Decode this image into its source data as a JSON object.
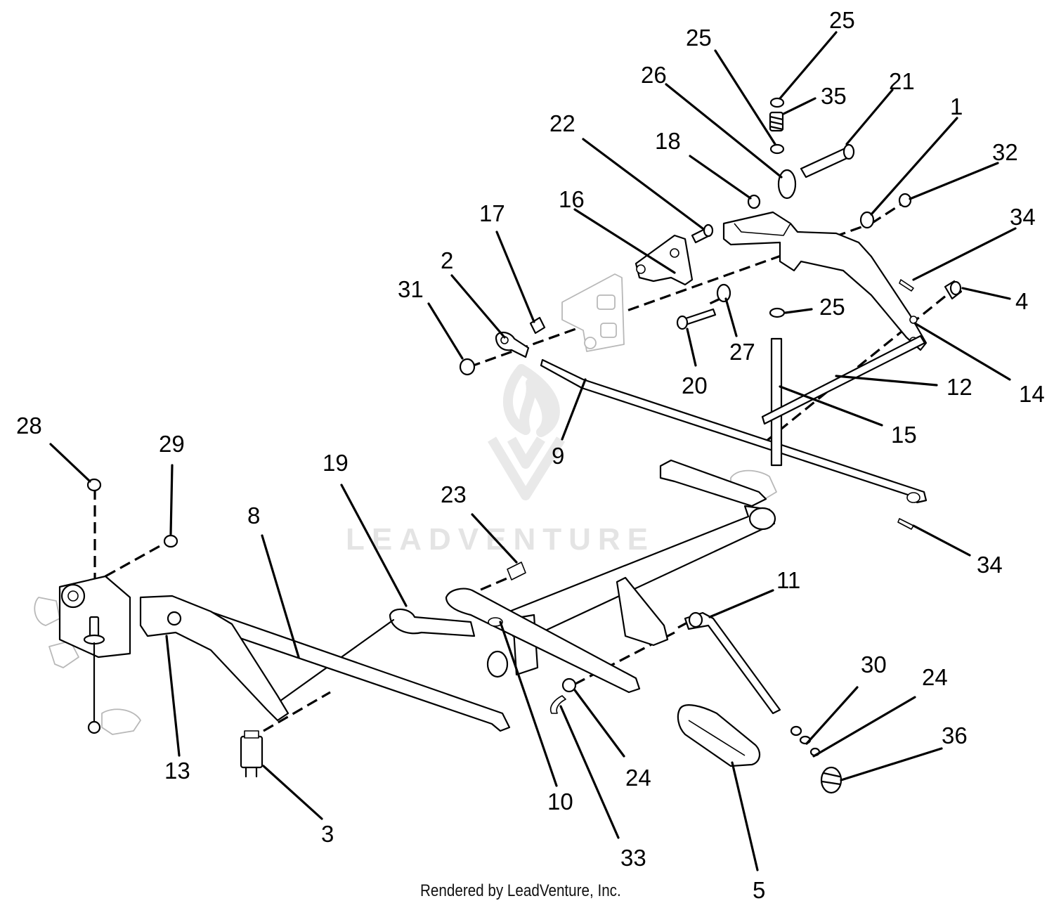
{
  "credit": "Rendered by LeadVenture, Inc.",
  "watermark": "LEADVENTURE",
  "callouts": [
    {
      "id": "c25a",
      "label": "25"
    },
    {
      "id": "c25b",
      "label": "25"
    },
    {
      "id": "c25c",
      "label": "25"
    },
    {
      "id": "c35",
      "label": "35"
    },
    {
      "id": "c26",
      "label": "26"
    },
    {
      "id": "c21",
      "label": "21"
    },
    {
      "id": "c1",
      "label": "1"
    },
    {
      "id": "c32",
      "label": "32"
    },
    {
      "id": "c22",
      "label": "22"
    },
    {
      "id": "c18",
      "label": "18"
    },
    {
      "id": "c16",
      "label": "16"
    },
    {
      "id": "c17",
      "label": "17"
    },
    {
      "id": "c2",
      "label": "2"
    },
    {
      "id": "c31",
      "label": "31"
    },
    {
      "id": "c34a",
      "label": "34"
    },
    {
      "id": "c34b",
      "label": "34"
    },
    {
      "id": "c4",
      "label": "4"
    },
    {
      "id": "c27",
      "label": "27"
    },
    {
      "id": "c20",
      "label": "20"
    },
    {
      "id": "c12",
      "label": "12"
    },
    {
      "id": "c14",
      "label": "14"
    },
    {
      "id": "c15",
      "label": "15"
    },
    {
      "id": "c9",
      "label": "9"
    },
    {
      "id": "c28",
      "label": "28"
    },
    {
      "id": "c29",
      "label": "29"
    },
    {
      "id": "c19",
      "label": "19"
    },
    {
      "id": "c23",
      "label": "23"
    },
    {
      "id": "c8",
      "label": "8"
    },
    {
      "id": "c11",
      "label": "11"
    },
    {
      "id": "c13",
      "label": "13"
    },
    {
      "id": "c30",
      "label": "30"
    },
    {
      "id": "c24a",
      "label": "24"
    },
    {
      "id": "c24b",
      "label": "24"
    },
    {
      "id": "c36",
      "label": "36"
    },
    {
      "id": "c3",
      "label": "3"
    },
    {
      "id": "c10",
      "label": "10"
    },
    {
      "id": "c33",
      "label": "33"
    },
    {
      "id": "c5",
      "label": "5"
    }
  ]
}
